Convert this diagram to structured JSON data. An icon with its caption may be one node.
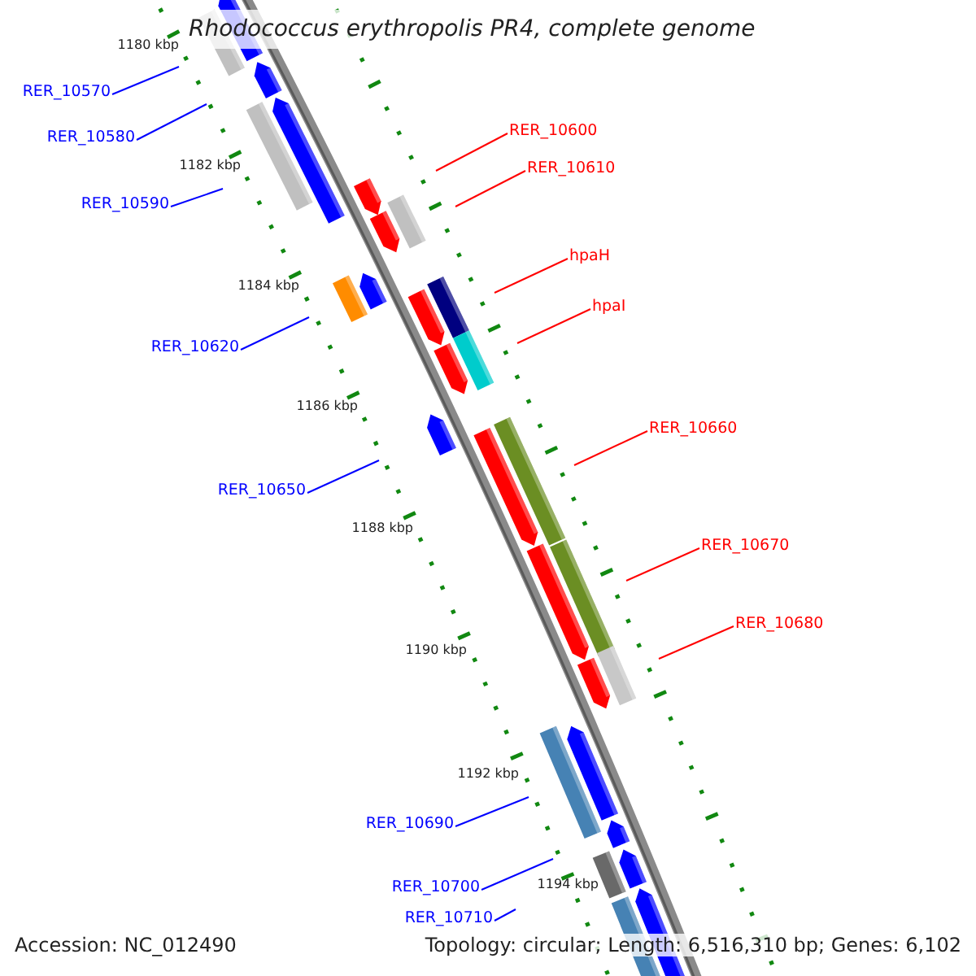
{
  "diagram": {
    "title": "Rhodococcus erythropolis PR4, complete genome",
    "nodes": [
      {
        "text": [
          "RER_10570"
        ]
      },
      {
        "text": [
          "RER_10600"
        ]
      },
      {
        "text": [
          "RER_10580"
        ]
      },
      {
        "text": [
          "RER_10610"
        ]
      },
      {
        "text": [
          "RER_10590"
        ]
      },
      {
        "text": [
          "hpaH"
        ]
      },
      {
        "text": [
          "hpaI"
        ]
      },
      {
        "text": [
          "RER_10620"
        ]
      },
      {
        "text": [
          "RER_10660"
        ]
      },
      {
        "text": [
          "RER_10650"
        ]
      },
      {
        "text": [
          "RER_10670"
        ]
      },
      {
        "text": [
          "RER_10680"
        ]
      },
      {
        "text": [
          "RER_10690"
        ]
      },
      {
        "text": [
          "RER_10700"
        ]
      },
      {
        "text": [
          "RER_10710"
        ]
      }
    ],
    "edges": [
      {
        "from": 0,
        "to": null,
        "arrow": "none"
      },
      {
        "from": 1,
        "to": null,
        "arrow": "none",
        "color": "#ff0000"
      },
      {
        "from": 2,
        "to": null,
        "arrow": "none"
      },
      {
        "from": 3,
        "to": null,
        "arrow": "none",
        "color": "#ff0000"
      },
      {
        "from": 4,
        "to": null,
        "arrow": "none"
      },
      {
        "from": 5,
        "to": null,
        "arrow": "none",
        "color": "#ff0000"
      },
      {
        "from": 6,
        "to": null,
        "arrow": "none",
        "color": "#ff0000"
      },
      {
        "from": 7,
        "to": null,
        "arrow": "none"
      },
      {
        "from": 8,
        "to": null,
        "arrow": "none",
        "color": "#ff0000"
      },
      {
        "from": 9,
        "to": null,
        "arrow": "none"
      },
      {
        "from": 10,
        "to": null,
        "arrow": "none",
        "color": "#ff0000"
      },
      {
        "from": 11,
        "to": null,
        "arrow": "none",
        "color": "#ff0000"
      },
      {
        "from": 12,
        "to": null,
        "arrow": "none"
      },
      {
        "from": 13,
        "to": null,
        "arrow": "none"
      },
      {
        "from": 14,
        "to": null,
        "arrow": "none"
      }
    ],
    "labels": [
      "1180 kbp",
      "1182 kbp",
      "1184 kbp",
      "1186 kbp",
      "1188 kbp",
      "1190 kbp",
      "1192 kbp",
      "1194 kbp",
      "Accession: NC_012490",
      "Topology: circular; Length: 6,516,310 bp; Genes: 6,102"
    ]
  }
}
